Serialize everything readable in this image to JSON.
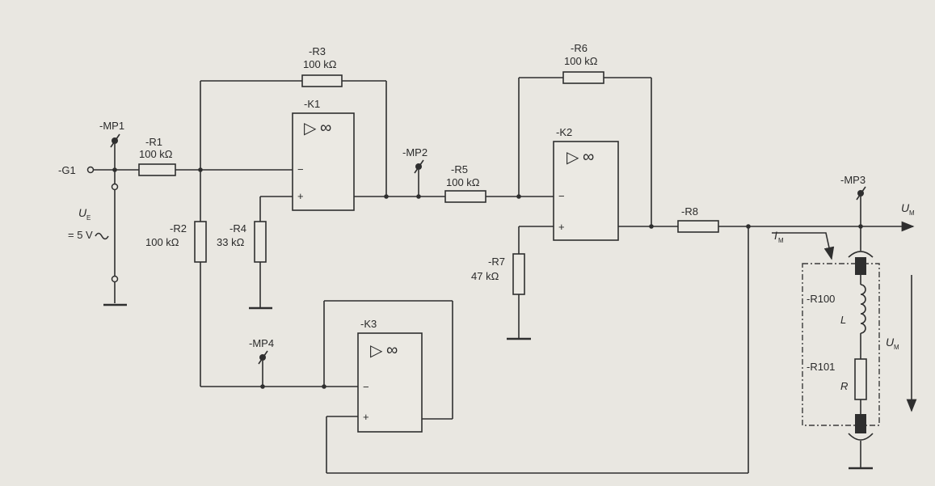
{
  "colors": {
    "background": "#e9e7e1",
    "ink": "#2f2f2f"
  },
  "source": {
    "label": "-G1",
    "voltage_symbol": "U",
    "voltage_sub": "E",
    "voltage_value": "= 5 V"
  },
  "measurement_points": {
    "mp1": "-MP1",
    "mp2": "-MP2",
    "mp3": "-MP3",
    "mp4": "-MP4"
  },
  "resistors": {
    "r1": {
      "name": "-R1",
      "value": "100 kΩ"
    },
    "r2": {
      "name": "-R2",
      "value": "100 kΩ"
    },
    "r3": {
      "name": "-R3",
      "value": "100 kΩ"
    },
    "r4": {
      "name": "-R4",
      "value": "33 kΩ"
    },
    "r5": {
      "name": "-R5",
      "value": "100 kΩ"
    },
    "r6": {
      "name": "-R6",
      "value": "100 kΩ"
    },
    "r7": {
      "name": "-R7",
      "value": "47 kΩ"
    },
    "r8": {
      "name": "-R8"
    }
  },
  "amplifiers": {
    "k1": {
      "name": "-K1",
      "minus": "−",
      "plus": "+",
      "triangle": "▷",
      "gain": "∞"
    },
    "k2": {
      "name": "-K2",
      "minus": "−",
      "plus": "+",
      "triangle": "▷",
      "gain": "∞"
    },
    "k3": {
      "name": "-K3",
      "minus": "−",
      "plus": "+",
      "triangle": "▷",
      "gain": "∞"
    }
  },
  "load": {
    "r100_name": "-R100",
    "inductance": "L",
    "r101_name": "-R101",
    "resistance": "R"
  },
  "output": {
    "voltage_symbol": "U",
    "voltage_sub": "M",
    "current_symbol": "I",
    "current_sub": "M",
    "load_voltage_symbol": "U",
    "load_voltage_sub": "M"
  }
}
